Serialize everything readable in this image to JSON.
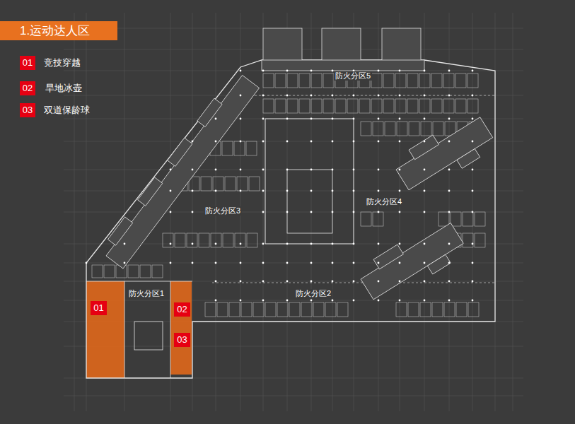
{
  "diagram": {
    "title": "1.运动达人区",
    "nodes": [
      {
        "text": [
          "01"
        ]
      },
      {
        "text": [
          "02",
          "03"
        ]
      }
    ],
    "labels": [
      "01",
      "02",
      "03",
      "防火分区5",
      "防火分区3",
      "防火分区4",
      "防火分区1",
      "防火分区2"
    ],
    "legend": [
      {
        "text": "竞技穿越",
        "color": "#e60012"
      },
      {
        "text": "旱地冰壶",
        "color": "#e60012"
      },
      {
        "text": "双道保龄球",
        "color": "#e60012"
      }
    ]
  }
}
